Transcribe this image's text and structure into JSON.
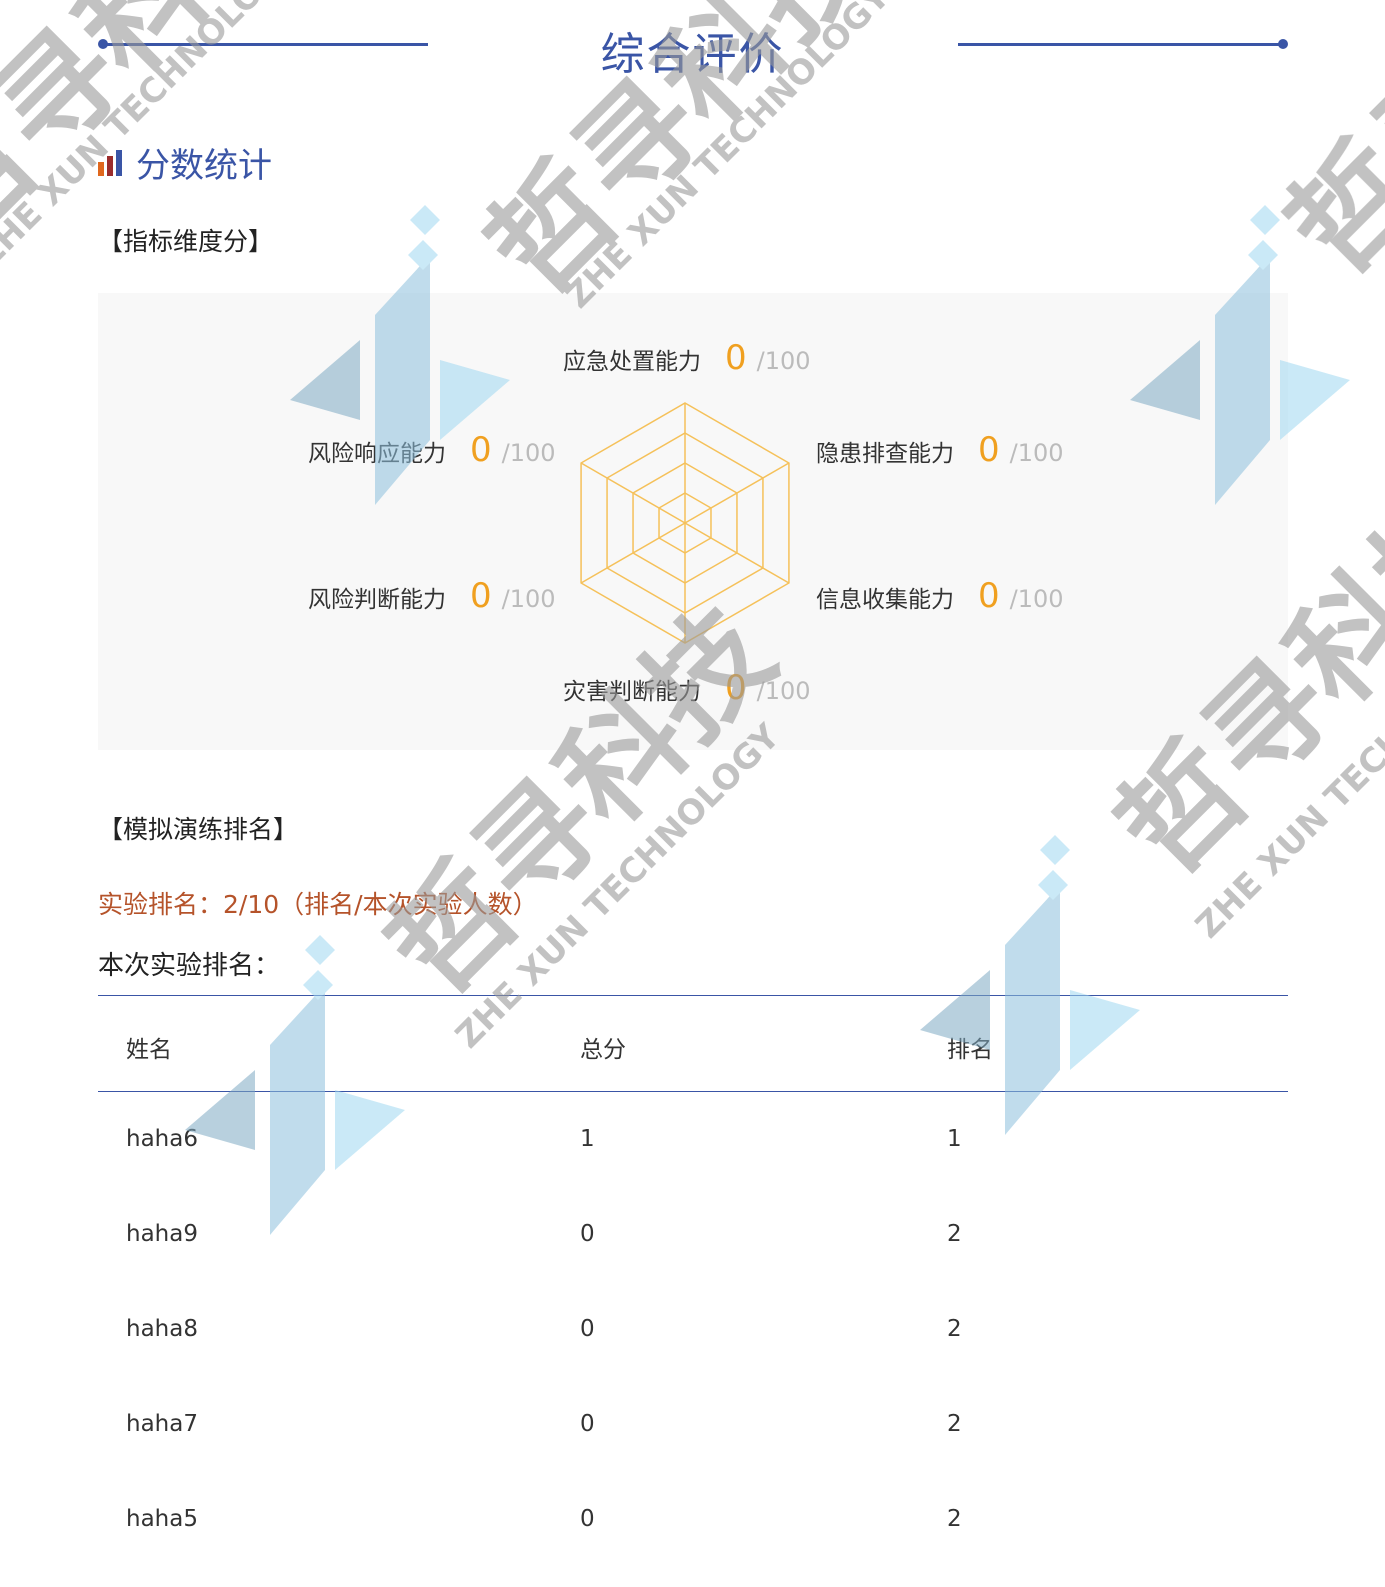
{
  "header": {
    "title": "综合评价"
  },
  "section": {
    "title": "分数统计"
  },
  "dimensions": {
    "heading": "【指标维度分】",
    "items": [
      {
        "name": "应急处置能力",
        "score": "0",
        "max": "/100"
      },
      {
        "name": "隐患排查能力",
        "score": "0",
        "max": "/100"
      },
      {
        "name": "信息收集能力",
        "score": "0",
        "max": "/100"
      },
      {
        "name": "灾害判断能力",
        "score": "0",
        "max": "/100"
      },
      {
        "name": "风险判断能力",
        "score": "0",
        "max": "/100"
      },
      {
        "name": "风险响应能力",
        "score": "0",
        "max": "/100"
      }
    ]
  },
  "ranking": {
    "heading": "【模拟演练排名】",
    "summary": "实验排名：2/10（排名/本次实验人数）",
    "table_title": "本次实验排名：",
    "columns": [
      "姓名",
      "总分",
      "排名"
    ],
    "rows": [
      [
        "haha6",
        "1",
        "1"
      ],
      [
        "haha9",
        "0",
        "2"
      ],
      [
        "haha8",
        "0",
        "2"
      ],
      [
        "haha7",
        "0",
        "2"
      ],
      [
        "haha5",
        "0",
        "2"
      ]
    ]
  },
  "watermark": {
    "cn": "哲寻科技",
    "en": "ZHE XUN TECHNOLOGY"
  },
  "colors": {
    "primary": "#3a55a6",
    "score": "#f0a020",
    "radar_stroke": "#f5c15a",
    "rank_text": "#b5532a"
  },
  "icons": {
    "section_icon": "bar-chart-icon"
  }
}
